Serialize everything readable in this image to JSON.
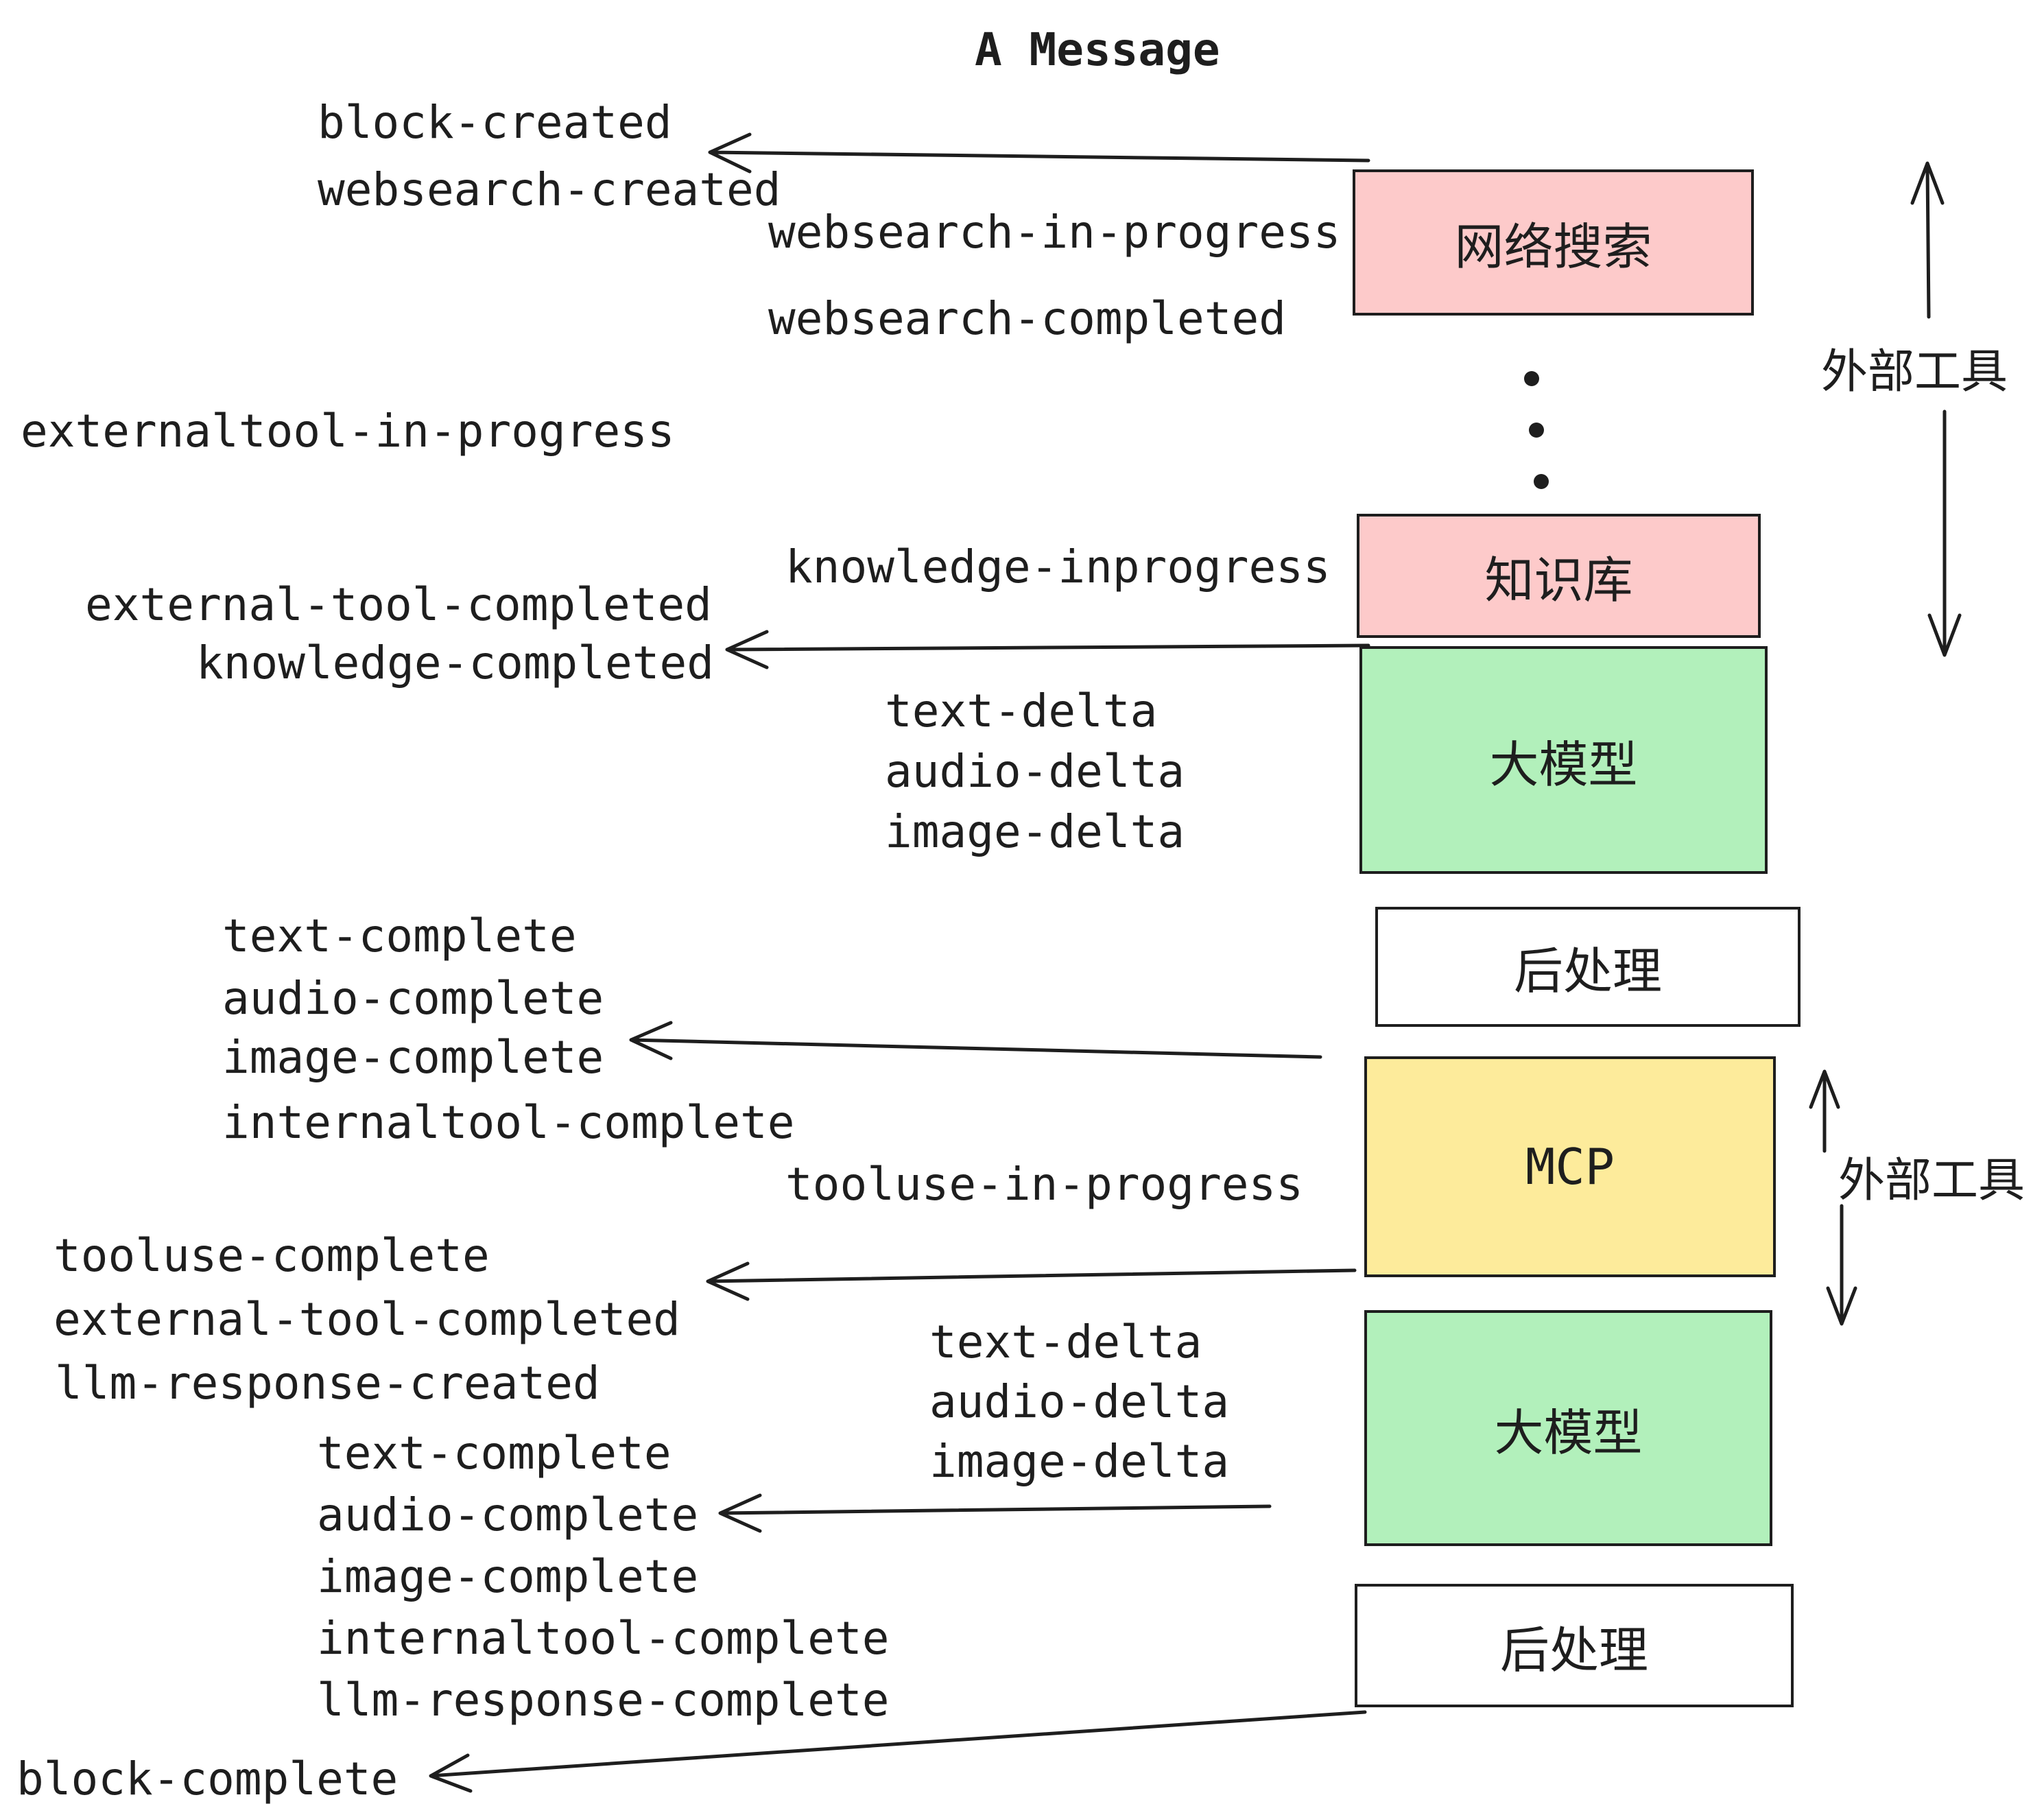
{
  "title": "A Message",
  "colors": {
    "stroke": "#1e1e1e",
    "pink_fill": "#fdcaca",
    "green_fill": "#b2f0bb",
    "yellow_fill": "#fdeb9b",
    "white_fill": "#ffffff",
    "background": "#ffffff"
  },
  "events": {
    "block_created": "block-created",
    "websearch_created": "websearch-created",
    "websearch_in_progress": "websearch-in-progress",
    "websearch_completed": "websearch-completed",
    "externaltool_in_progress": "externaltool-in-progress",
    "knowledge_inprogress": "knowledge-inprogress",
    "external_tool_completed": "external-tool-completed",
    "knowledge_completed": "knowledge-completed",
    "text_delta": "text-delta",
    "audio_delta": "audio-delta",
    "image_delta": "image-delta",
    "text_complete": "text-complete",
    "audio_complete": "audio-complete",
    "image_complete": "image-complete",
    "internaltool_complete": "internaltool-complete",
    "tooluse_in_progress": "tooluse-in-progress",
    "tooluse_complete": "tooluse-complete",
    "llm_response_created": "llm-response-created",
    "llm_response_complete": "llm-response-complete",
    "block_complete": "block-complete"
  },
  "boxes": {
    "websearch": {
      "label": "网络搜索"
    },
    "knowledge": {
      "label": "知识库"
    },
    "llm": {
      "label": "大模型"
    },
    "post": {
      "label": "后处理"
    },
    "mcp": {
      "label": "MCP"
    }
  },
  "side_labels": {
    "external_tools": "外部工具"
  },
  "icons": {
    "ellipsis": "vertical-dots",
    "arrow_style": "open-arrowhead"
  }
}
